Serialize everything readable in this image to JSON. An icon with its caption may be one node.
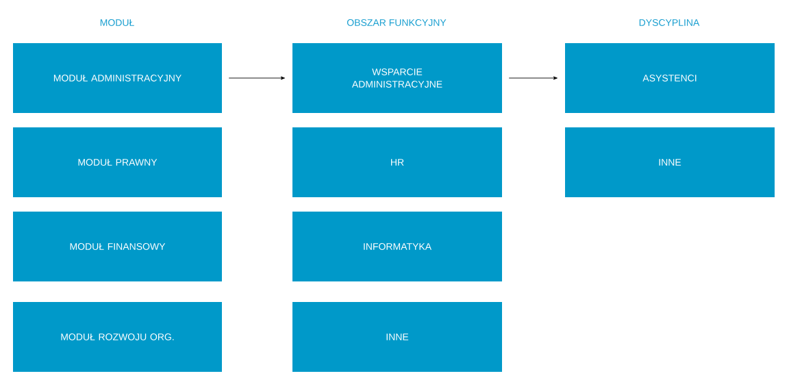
{
  "diagram": {
    "nodes": [
      {
        "text": [
          "MODUŁ ADMINISTRACYJNY"
        ]
      },
      {
        "text": [
          "MODUŁ PRAWNY"
        ]
      },
      {
        "text": [
          "MODUŁ FINANSOWY"
        ]
      },
      {
        "text": [
          "MODUŁ ROZWOJU ORG."
        ]
      },
      {
        "text": [
          "WSPARCIE ADMINISTRACYJNE"
        ]
      },
      {
        "text": [
          "HR"
        ]
      },
      {
        "text": [
          "INFORMATYKA"
        ]
      },
      {
        "text": [
          "INNE"
        ]
      },
      {
        "text": [
          "ASYSTENCI"
        ]
      },
      {
        "text": [
          "INNE"
        ]
      }
    ],
    "edges": [
      {
        "from": 0,
        "to": 4,
        "arrow": "to"
      },
      {
        "from": 4,
        "to": 8,
        "arrow": "to"
      }
    ],
    "labels": [
      "MODUŁ",
      "OBSZAR FUNKCYJNY",
      "DYSCYPLINA"
    ]
  }
}
